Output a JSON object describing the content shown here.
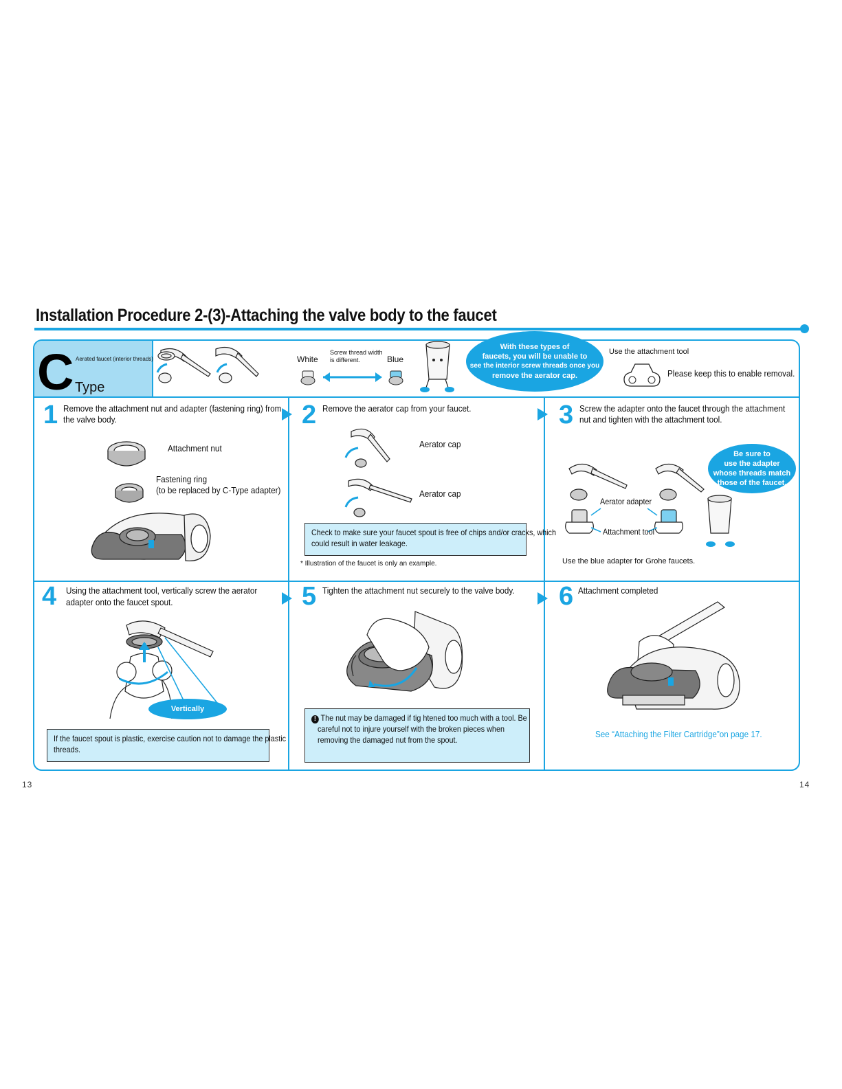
{
  "title": "Installation Procedure 2-(3)-Attaching the valve body to  the faucet",
  "header": {
    "type_letter": "C",
    "type_word": "Type",
    "type_desc": "Aerated faucet (interior threads)",
    "white_label": "White",
    "blue_label": "Blue",
    "thread_note_1": "Screw thread width",
    "thread_note_2": "is different.",
    "bubble_lines": [
      "With these types of",
      "faucets, you will be unable to",
      "see the interior screw threads once you",
      "remove the aerator cap."
    ],
    "tool_label": "Use the attachment tool",
    "keep_note": "Please keep this to enable removal."
  },
  "steps": [
    {
      "num": "1",
      "lines": [
        "Remove the attachment nut and adapter (fastening ring) from",
        "the valve body."
      ],
      "labels": {
        "nut": "Attachment nut",
        "ring_1": "Fastening ring",
        "ring_2": "(to be replaced by C-Type adapter)"
      }
    },
    {
      "num": "2",
      "lines": [
        "Remove the aerator cap   from your faucet."
      ],
      "labels": {
        "cap_a": "Aerator cap",
        "cap_b": "Aerator cap"
      },
      "note": [
        "Check to make sure your faucet spout   is free of chips and/or cracks, which",
        "could result in water leakage."
      ],
      "footnote": "* Illustration of the faucet is  only an    example."
    },
    {
      "num": "3",
      "lines": [
        "Screw the adapter onto the faucet through the attachment",
        "nut and tighten with the attachment tool."
      ],
      "labels": {
        "aerator_adapter": "Aerator adapter",
        "tool": "Attachment tool"
      },
      "bubble": [
        "Be sure to",
        "use the adapter",
        "whose threads match",
        "those of the faucet."
      ],
      "footnote": "Use the blue adapter for Grohe faucets."
    },
    {
      "num": "4",
      "lines": [
        "Using the attachment tool, vertically screw the aerator",
        "adapter onto the faucet spout."
      ],
      "labels": {
        "vertically": "Vertically"
      },
      "note": [
        "If the faucet spout is plastic, exercise caution not to damage the plastic",
        "threads."
      ]
    },
    {
      "num": "5",
      "lines": [
        "Tighten the attachment nut  securely to the valve body."
      ],
      "note": [
        "The nut may be damaged if tig  htened too much with a tool. Be",
        "careful not to injure yourself   with the broken pieces when",
        "removing the damaged nut from   the spout."
      ]
    },
    {
      "num": "6",
      "lines": [
        "Attachment completed"
      ],
      "link": "See “Attaching the Filter Cartridge”on page 17."
    }
  ],
  "pages": {
    "left": "13",
    "right": "14"
  },
  "colors": {
    "accent": "#1aa5e2",
    "panel": "#a6dcf3",
    "note_bg": "#cdeefa",
    "link": "#1aa5e2"
  }
}
